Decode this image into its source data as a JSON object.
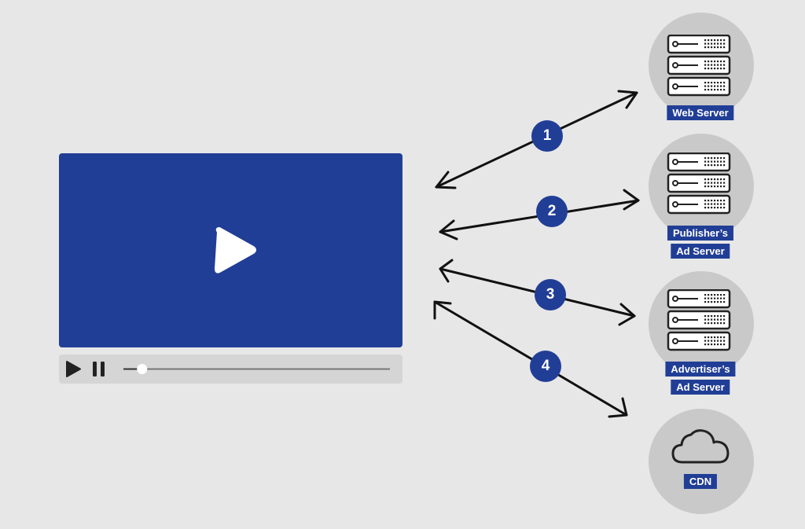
{
  "player": {
    "play_icon": "play-triangle-icon",
    "progress": 0.07
  },
  "steps": [
    {
      "number": "1"
    },
    {
      "number": "2"
    },
    {
      "number": "3"
    },
    {
      "number": "4"
    }
  ],
  "nodes": {
    "web_server": {
      "label": "Web Server",
      "icon": "server-rack-icon"
    },
    "publisher_ad_server": {
      "label_line1": "Publisher’s",
      "label_line2": "Ad Server",
      "icon": "server-rack-icon"
    },
    "advertiser_ad_server": {
      "label_line1": "Advertiser’s",
      "label_line2": "Ad Server",
      "icon": "server-rack-icon"
    },
    "cdn": {
      "label": "CDN",
      "icon": "cloud-icon"
    }
  },
  "colors": {
    "accent": "#213e96",
    "background": "#e7e7e7",
    "node_circle": "#c9c9c9",
    "controls_bar": "#d5d5d5"
  }
}
